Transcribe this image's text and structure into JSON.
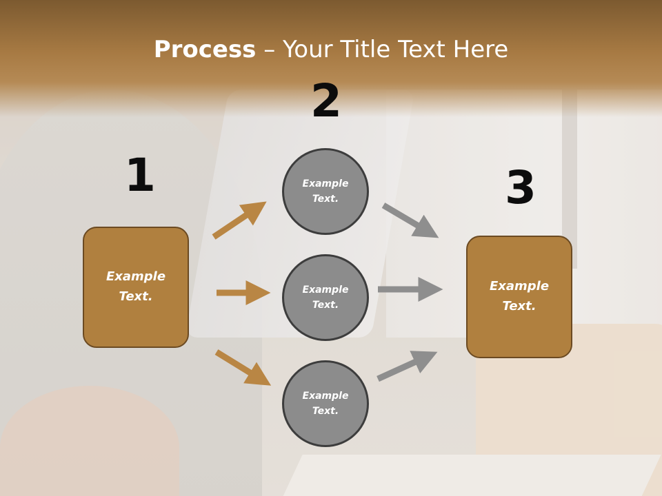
{
  "slide": {
    "title_bold": "Process",
    "title_rest": " – Your Title Text Here"
  },
  "steps": [
    {
      "number": "1",
      "text": "Example\nText."
    },
    {
      "number": "2",
      "nodes": [
        "Example\nText.",
        "Example\nText.",
        "Example\nText."
      ]
    },
    {
      "number": "3",
      "text": "Example\nText."
    }
  ],
  "colors": {
    "accent_brown": "#b0803f",
    "node_gray": "#8c8c8c",
    "arrow_brown": "#b98644",
    "arrow_gray": "#8e8e8e"
  },
  "icons": [
    "arrow-right-icon"
  ]
}
